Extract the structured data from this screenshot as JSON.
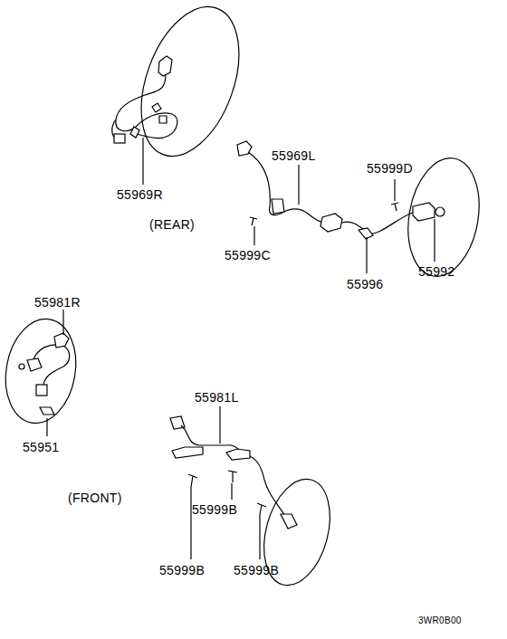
{
  "diagram": {
    "labels": [
      "55969R",
      "55969L",
      "55999D",
      "(REAR)",
      "55999C",
      "55996",
      "55992",
      "55981R",
      "55951",
      "55981L",
      "(FRONT)",
      "55999B",
      "55999B",
      "55999B",
      "3WR0B00"
    ]
  }
}
